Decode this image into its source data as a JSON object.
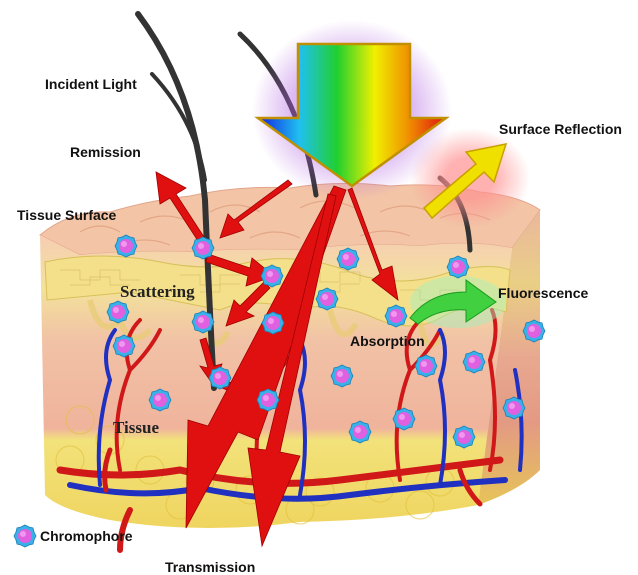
{
  "labels": {
    "incident_light": "Incident Light",
    "remission": "Remission",
    "tissue_surface": "Tissue Surface",
    "scattering": "Scattering",
    "surface_reflection": "Surface Reflection",
    "fluorescence": "Fluorescence",
    "absorption": "Absorption",
    "tissue": "Tissue",
    "transmission": "Transmission",
    "legend_chromophore": "Chromophore"
  },
  "colors": {
    "arrow_red": "#e01010",
    "chromophore_fill": "#e060e0",
    "chromophore_ring": "#3ab0e8",
    "skin_top": "#f2c6a8",
    "epidermis": "#f4e08a",
    "dermis": "#f0b8a0",
    "fat": "#f2e070",
    "vessel_red": "#d01818",
    "vessel_blue": "#2030c0",
    "hair": "#2a2a2a",
    "reflection_yellow": "#f0e000",
    "fluorescence_green": "#40d040"
  },
  "icons": [
    "rainbow-arrow-icon",
    "chromophore-icon",
    "hair-strand-icon"
  ]
}
